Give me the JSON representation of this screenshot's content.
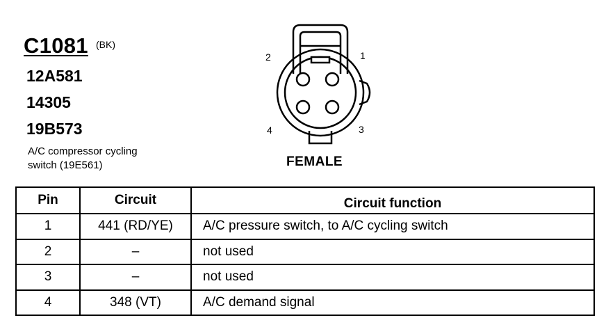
{
  "connector": {
    "id": "C1081",
    "color": "(BK)",
    "part_numbers": [
      "12A581",
      "14305",
      "19B573"
    ],
    "description_lines": [
      "A/C compressor cycling",
      "switch (19E561)"
    ],
    "gender": "FEMALE",
    "pin_labels": [
      "1",
      "2",
      "3",
      "4"
    ]
  },
  "table": {
    "headers": [
      "Pin",
      "Circuit",
      "Circuit function"
    ],
    "rows": [
      {
        "pin": "1",
        "circuit": "441 (RD/YE)",
        "function": "A/C pressure switch, to A/C cycling switch"
      },
      {
        "pin": "2",
        "circuit": "–",
        "function": "not used"
      },
      {
        "pin": "3",
        "circuit": "–",
        "function": "not used"
      },
      {
        "pin": "4",
        "circuit": "348 (VT)",
        "function": "A/C demand signal"
      }
    ]
  }
}
